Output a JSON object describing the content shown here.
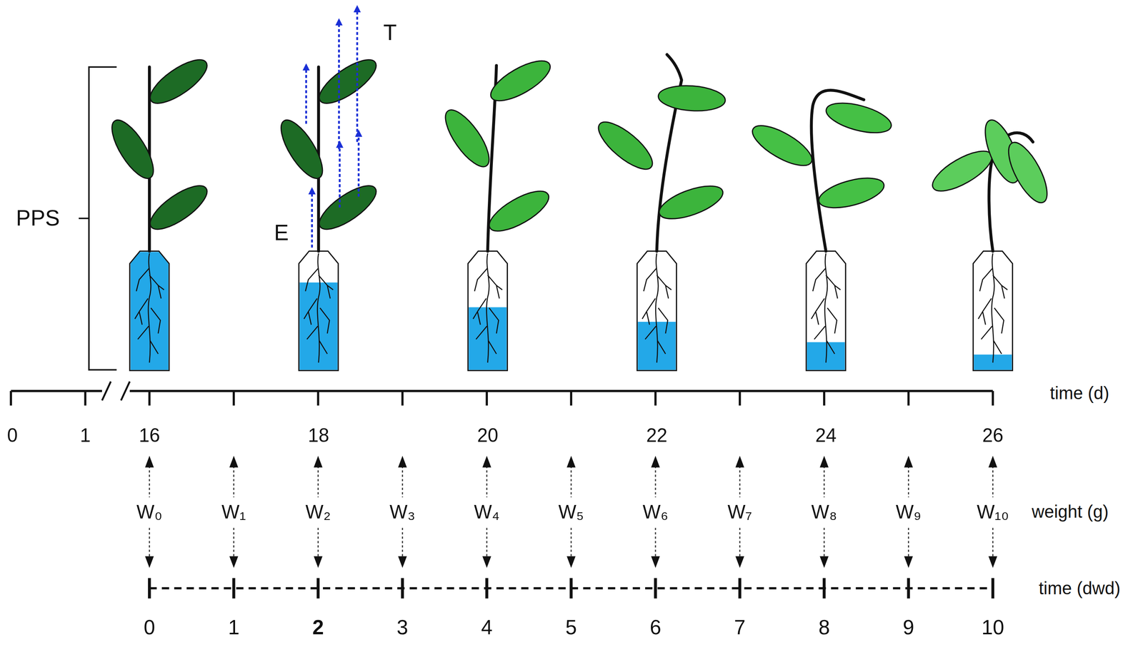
{
  "diagram": {
    "labels": [
      "PPS",
      "E",
      "T",
      "0",
      "1",
      "16",
      "18",
      "20",
      "22",
      "24",
      "26",
      "time (d)",
      "W₀",
      "W₁",
      "W₂",
      "W₃",
      "W₄",
      "W₅",
      "W₆",
      "W₇",
      "W₈",
      "W₉",
      "W₁₀",
      "weight (g)",
      "0",
      "1",
      "2",
      "3",
      "4",
      "5",
      "6",
      "7",
      "8",
      "9",
      "10",
      "time (dwd)"
    ]
  }
}
